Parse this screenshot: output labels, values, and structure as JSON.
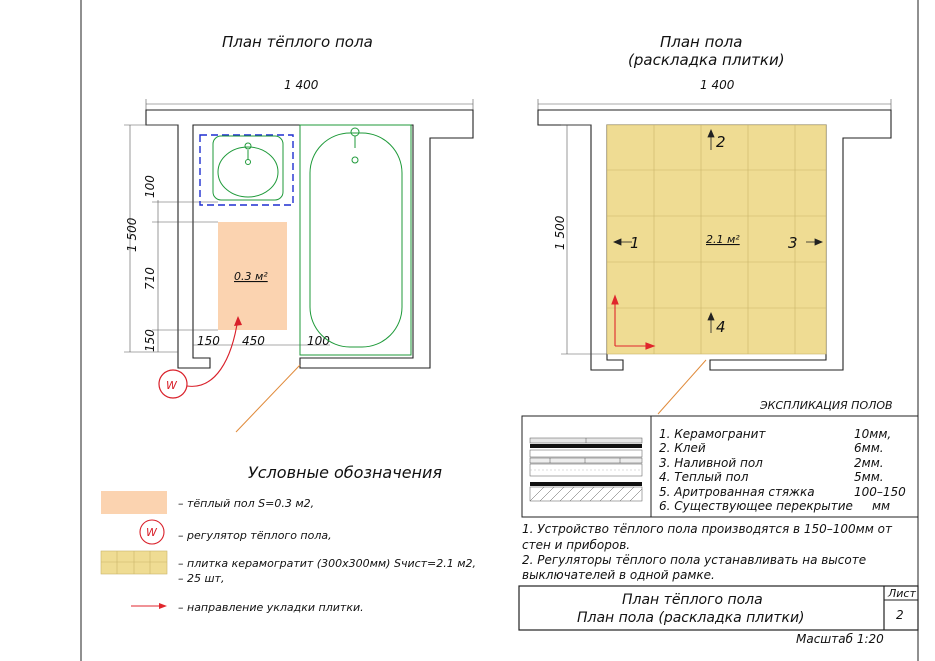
{
  "plan_left": {
    "title": "План тёплого пола",
    "dim_width": "1 400",
    "dim_height": "1 500",
    "dim_v_100": "100",
    "dim_v_710": "710",
    "dim_v_150": "150",
    "dim_h_150": "150",
    "dim_h_450": "450",
    "dim_h_100": "100",
    "heated_area": "0.3 м²",
    "regulator_letter": "W"
  },
  "plan_right": {
    "title_line1": "План пола",
    "title_line2": "(раскладка плитки)",
    "dim_width": "1 400",
    "dim_height": "1 500",
    "tile_area": "2.1 м²",
    "dir_1": "1",
    "dir_2": "2",
    "dir_3": "3",
    "dir_4": "4"
  },
  "legend": {
    "heading": "Условные обозначения",
    "items": [
      {
        "text": "– тёплый пол S=0.3 м2,"
      },
      {
        "symbol": "W",
        "text": "– регулятор тёплого пола,"
      },
      {
        "text_line1": "– плитка керамогратит (300х300мм) Sчист=2.1 м2,",
        "text_line2": "– 25 шт,"
      },
      {
        "text": "– направление укладки плитки."
      }
    ]
  },
  "explication": {
    "title": "ЭКСПЛИКАЦИЯ ПОЛОВ",
    "layers": [
      {
        "name": "1. Керамогранит",
        "thickness": "10мм,"
      },
      {
        "name": "2. Клей",
        "thickness": "6мм."
      },
      {
        "name": "3. Наливной пол",
        "thickness": "2мм."
      },
      {
        "name": "4. Теплый пол",
        "thickness": "5мм."
      },
      {
        "name": "5. Аритрованная стяжка",
        "thickness": "100–150"
      },
      {
        "name": "6. Существующее перекрытие",
        "thickness": "мм"
      }
    ]
  },
  "notes": {
    "line1": "1. Устройство тёплого пола производятся в 150–100мм от",
    "line2": "стен и приборов.",
    "line3": "2. Регуляторы тёплого пола устанавливать на высоте",
    "line4": "выключателей в одной рамке."
  },
  "stamp": {
    "line1": "План тёплого пола",
    "line2": "План пола (раскладка плитки)",
    "sheet_label": "Лист",
    "sheet_number": "2",
    "scale": "Масштаб 1:20"
  },
  "colors": {
    "heated_floor": "#fbd3b0",
    "tile": "#efdc93",
    "fixture_green": "#1f9a3a",
    "regulator_red": "#d9202a",
    "dashed_blue": "#1f2fd0",
    "arrow_red": "#e0262c"
  }
}
